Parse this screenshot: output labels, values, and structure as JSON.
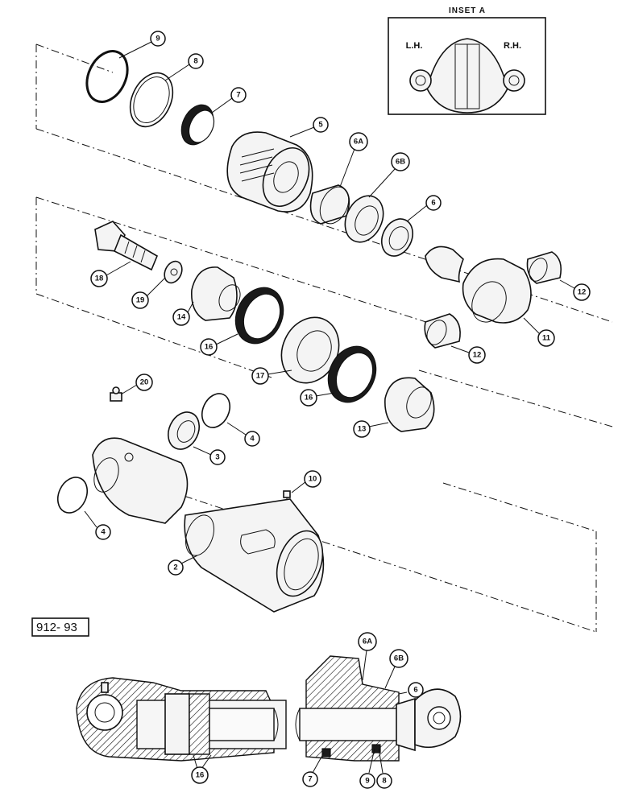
{
  "inset": {
    "title": "INSET A",
    "left_label": "L.H.",
    "right_label": "R.H."
  },
  "drawing_number": "912- 93",
  "callouts": {
    "c9": "9",
    "c8": "8",
    "c7": "7",
    "c5": "5",
    "c6a": "6A",
    "c6b": "6B",
    "c6": "6",
    "c18": "18",
    "c19": "19",
    "c14": "14",
    "c16a": "16",
    "c17": "17",
    "c16b": "16",
    "c13": "13",
    "c11": "11",
    "c12a": "12",
    "c12b": "12",
    "c20": "20",
    "c3": "3",
    "c4a": "4",
    "c10": "10",
    "c4b": "4",
    "c2": "2",
    "s16": "16",
    "s7": "7",
    "s9": "9",
    "s8": "8",
    "s6a": "6A",
    "s6b": "6B",
    "s6": "6"
  }
}
